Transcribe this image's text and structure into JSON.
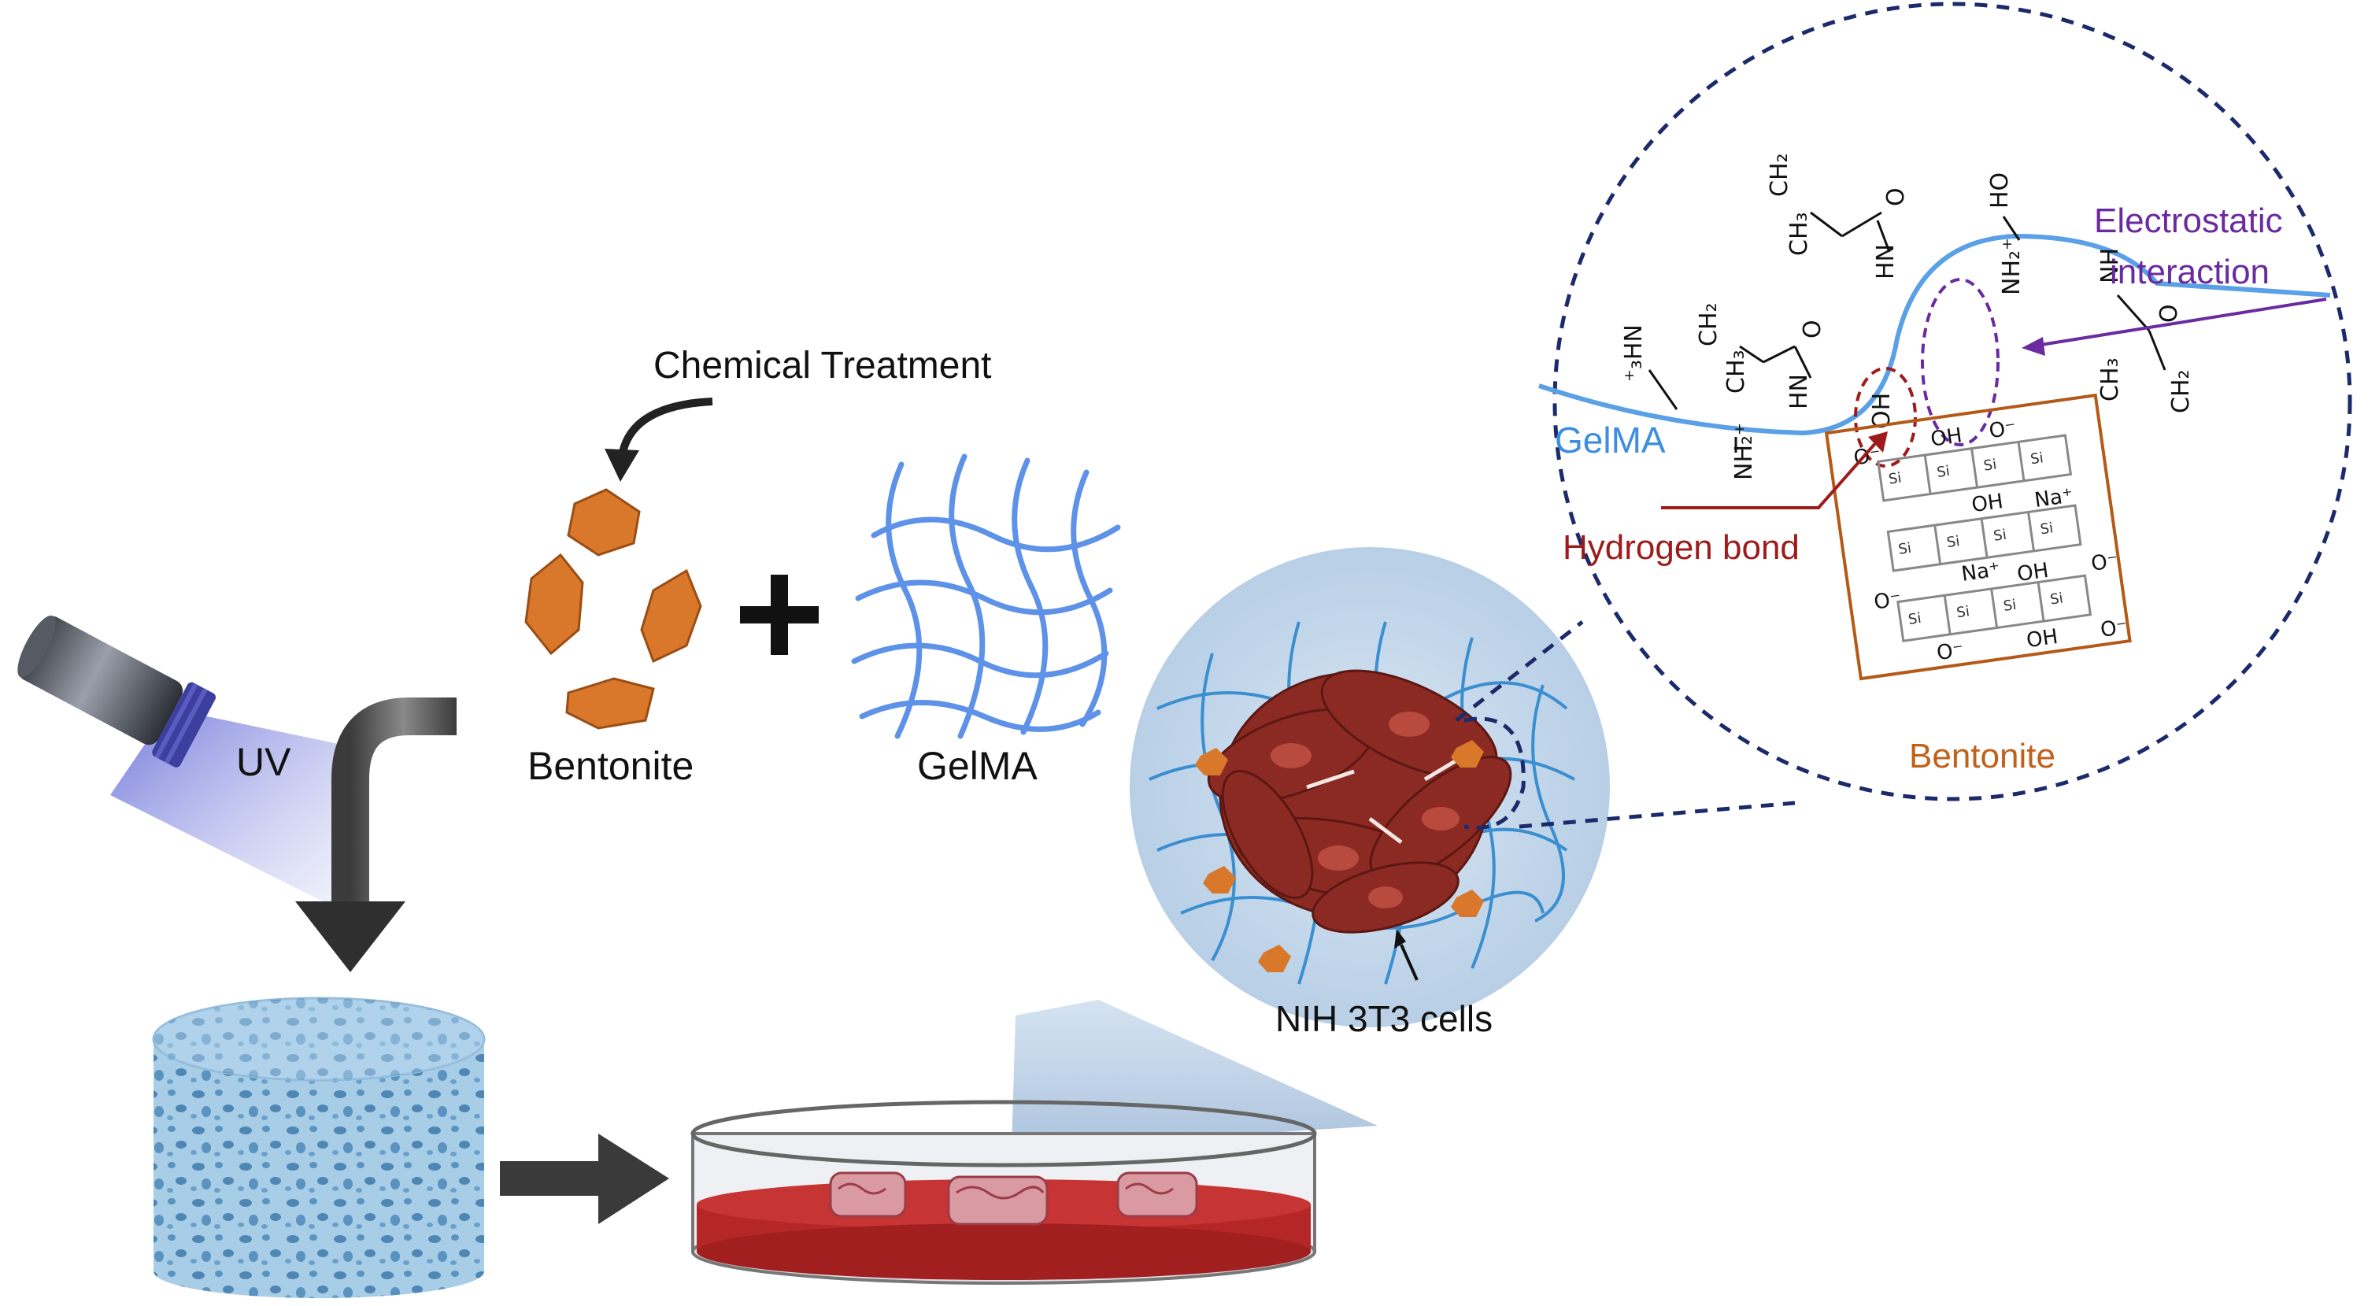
{
  "labels": {
    "chemical_treatment": "Chemical Treatment",
    "bentonite": "Bentonite",
    "gelma": "GelMA",
    "uv": "UV",
    "nih_cells": "NIH 3T3 cells",
    "zoom_gelma": "GelMA",
    "zoom_bentonite": "Bentonite",
    "hydrogen_bond": "Hydrogen bond",
    "electrostatic_1": "Electrostatic",
    "electrostatic_2": "interaction"
  },
  "chem": {
    "ch2": "CH₂",
    "ch3": "CH₃",
    "o": "O",
    "hn": "HN",
    "nh": "NH",
    "ho": "HO",
    "oh": "OH",
    "nh2plus": "NH₂⁺",
    "nh3plus": "⁺₃HN",
    "ominus": "O⁻",
    "na": "Na⁺",
    "si": "Si"
  },
  "colors": {
    "bentonite": "#d9782a",
    "gelma_blue": "#5aa0e6",
    "cell_red": "#8b2a22",
    "zoom_border": "#1c2a6b",
    "hydrogen": "#9e1b1b",
    "electrostatic": "#6a2aa0",
    "bentonite_box": "#b45a18",
    "medium_red": "#b52626",
    "scaffold": "#a8cde6"
  },
  "icons": [
    "uv-lamp-icon",
    "curved-arrow-icon",
    "plus-icon",
    "down-arrow-icon",
    "right-arrow-icon",
    "petri-dish-icon",
    "scaffold-icon",
    "cell-cluster-icon"
  ]
}
